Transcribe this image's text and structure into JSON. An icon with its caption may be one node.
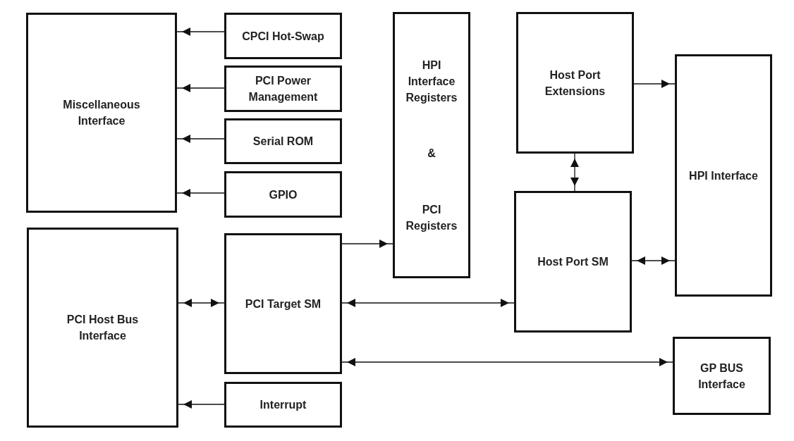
{
  "diagram": {
    "nodes": [
      {
        "text": [
          "Miscellaneous Interface"
        ]
      },
      {
        "text": [
          "CPCI Hot-Swap"
        ]
      },
      {
        "text": [
          "PCI Power Management"
        ]
      },
      {
        "text": [
          "Serial ROM"
        ]
      },
      {
        "text": [
          "GPIO"
        ]
      },
      {
        "text": [
          "PCI Host Bus Interface"
        ]
      },
      {
        "text": [
          "PCI Target SM"
        ]
      },
      {
        "text": [
          "Interrupt"
        ]
      },
      {
        "text": [
          "HPI Interface Registers",
          "&",
          "PCI Registers"
        ]
      },
      {
        "text": [
          "Host Port Extensions"
        ]
      },
      {
        "text": [
          "Host Port SM"
        ]
      },
      {
        "text": [
          "HPI Interface"
        ]
      },
      {
        "text": [
          "GP BUS Interface"
        ]
      }
    ],
    "edges": [
      {
        "from": 1,
        "to": 0,
        "arrow": "to"
      },
      {
        "from": 2,
        "to": 0,
        "arrow": "to"
      },
      {
        "from": 3,
        "to": 0,
        "arrow": "to"
      },
      {
        "from": 4,
        "to": 0,
        "arrow": "to"
      },
      {
        "from": 6,
        "to": 5,
        "arrow": "both"
      },
      {
        "from": 6,
        "to": 8,
        "arrow": "to"
      },
      {
        "from": 6,
        "to": 10,
        "arrow": "both"
      },
      {
        "from": 6,
        "to": 12,
        "arrow": "both"
      },
      {
        "from": 7,
        "to": 5,
        "arrow": "to"
      },
      {
        "from": 9,
        "to": 10,
        "arrow": "both"
      },
      {
        "from": 9,
        "to": 11,
        "arrow": "to"
      },
      {
        "from": 10,
        "to": 11,
        "arrow": "both"
      }
    ]
  }
}
